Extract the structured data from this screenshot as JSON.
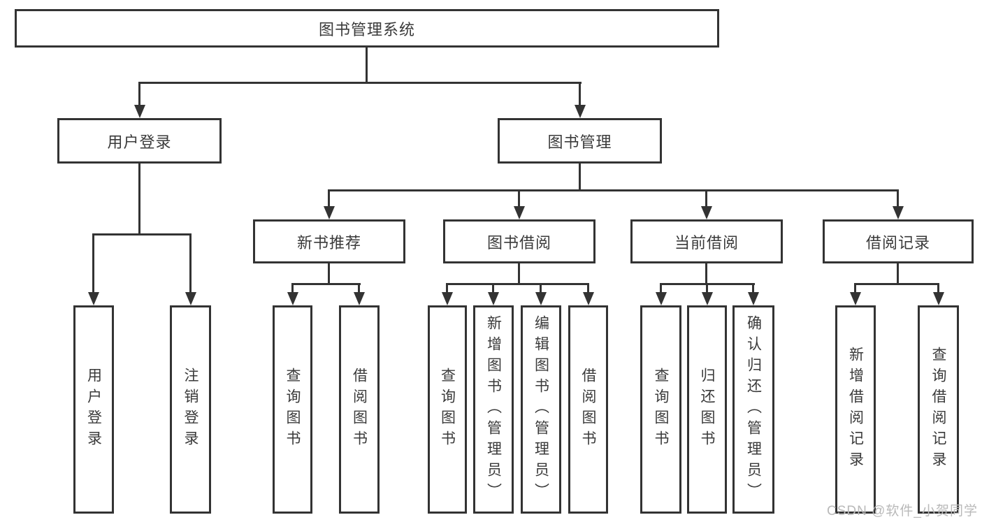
{
  "diagram": {
    "type": "tree",
    "title": "图书管理系统",
    "tree": {
      "label": "图书管理系统",
      "children": [
        {
          "label": "用户登录",
          "children": [
            {
              "label": "用户登录"
            },
            {
              "label": "注销登录"
            }
          ]
        },
        {
          "label": "图书管理",
          "children": [
            {
              "label": "新书推荐",
              "children": [
                {
                  "label": "查询图书"
                },
                {
                  "label": "借阅图书"
                }
              ]
            },
            {
              "label": "图书借阅",
              "children": [
                {
                  "label": "查询图书"
                },
                {
                  "label": "新增图书（管理员）"
                },
                {
                  "label": "编辑图书（管理员）"
                },
                {
                  "label": "借阅图书"
                }
              ]
            },
            {
              "label": "当前借阅",
              "children": [
                {
                  "label": "查询图书"
                },
                {
                  "label": "归还图书"
                },
                {
                  "label": "确认归还（管理员）"
                }
              ]
            },
            {
              "label": "借阅记录",
              "children": [
                {
                  "label": "新增借阅记录"
                },
                {
                  "label": "查询借阅记录"
                }
              ]
            }
          ]
        }
      ]
    }
  },
  "watermark": "CSDN @软件_小贺同学",
  "colors": {
    "line": "#333333",
    "text": "#3a3a3a",
    "watermark": "#b9b9b9",
    "background": "#ffffff"
  }
}
